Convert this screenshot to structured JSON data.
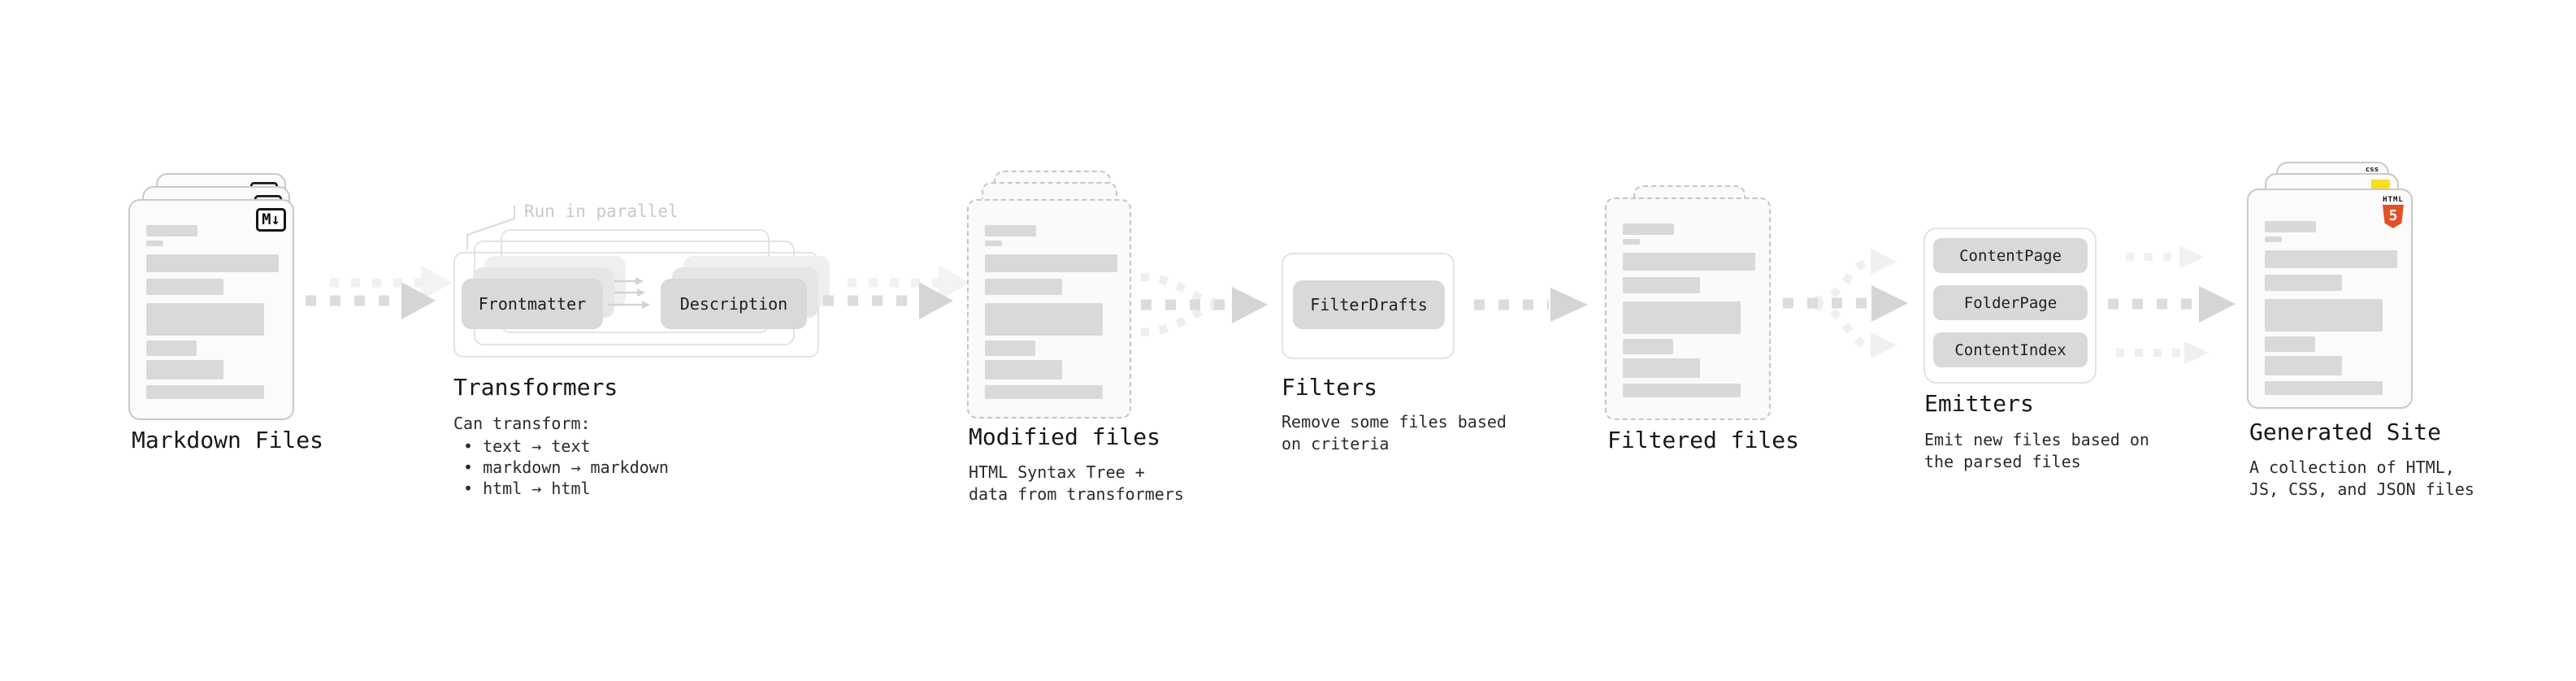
{
  "colors": {
    "html5_orange": "#e34f26",
    "js_yellow": "#f7df1e",
    "css_blue": "#2760e5"
  },
  "stages": {
    "markdown": {
      "title": "Markdown Files",
      "icon": "M↓"
    },
    "transformers": {
      "title": "Transformers",
      "annotation": "Run in parallel",
      "buttons": [
        "Frontmatter",
        "Description"
      ],
      "note": "Can transform:",
      "bullets": [
        "• text → text",
        "• markdown → markdown",
        "• html → html"
      ]
    },
    "modified": {
      "title": "Modified files",
      "desc": [
        "HTML Syntax Tree +",
        "data from transformers"
      ]
    },
    "filters": {
      "title": "Filters",
      "buttons": [
        "FilterDrafts"
      ],
      "desc": [
        "Remove some files based",
        "on criteria"
      ]
    },
    "filtered": {
      "title": "Filtered files"
    },
    "emitters": {
      "title": "Emitters",
      "buttons": [
        "ContentPage",
        "FolderPage",
        "ContentIndex"
      ],
      "desc": [
        "Emit new files based on",
        "the parsed files"
      ]
    },
    "generated": {
      "title": "Generated Site",
      "desc": [
        "A collection of HTML,",
        "JS, CSS, and JSON files"
      ],
      "badges": {
        "html": "HTML",
        "five": "5",
        "css": "css"
      }
    }
  }
}
